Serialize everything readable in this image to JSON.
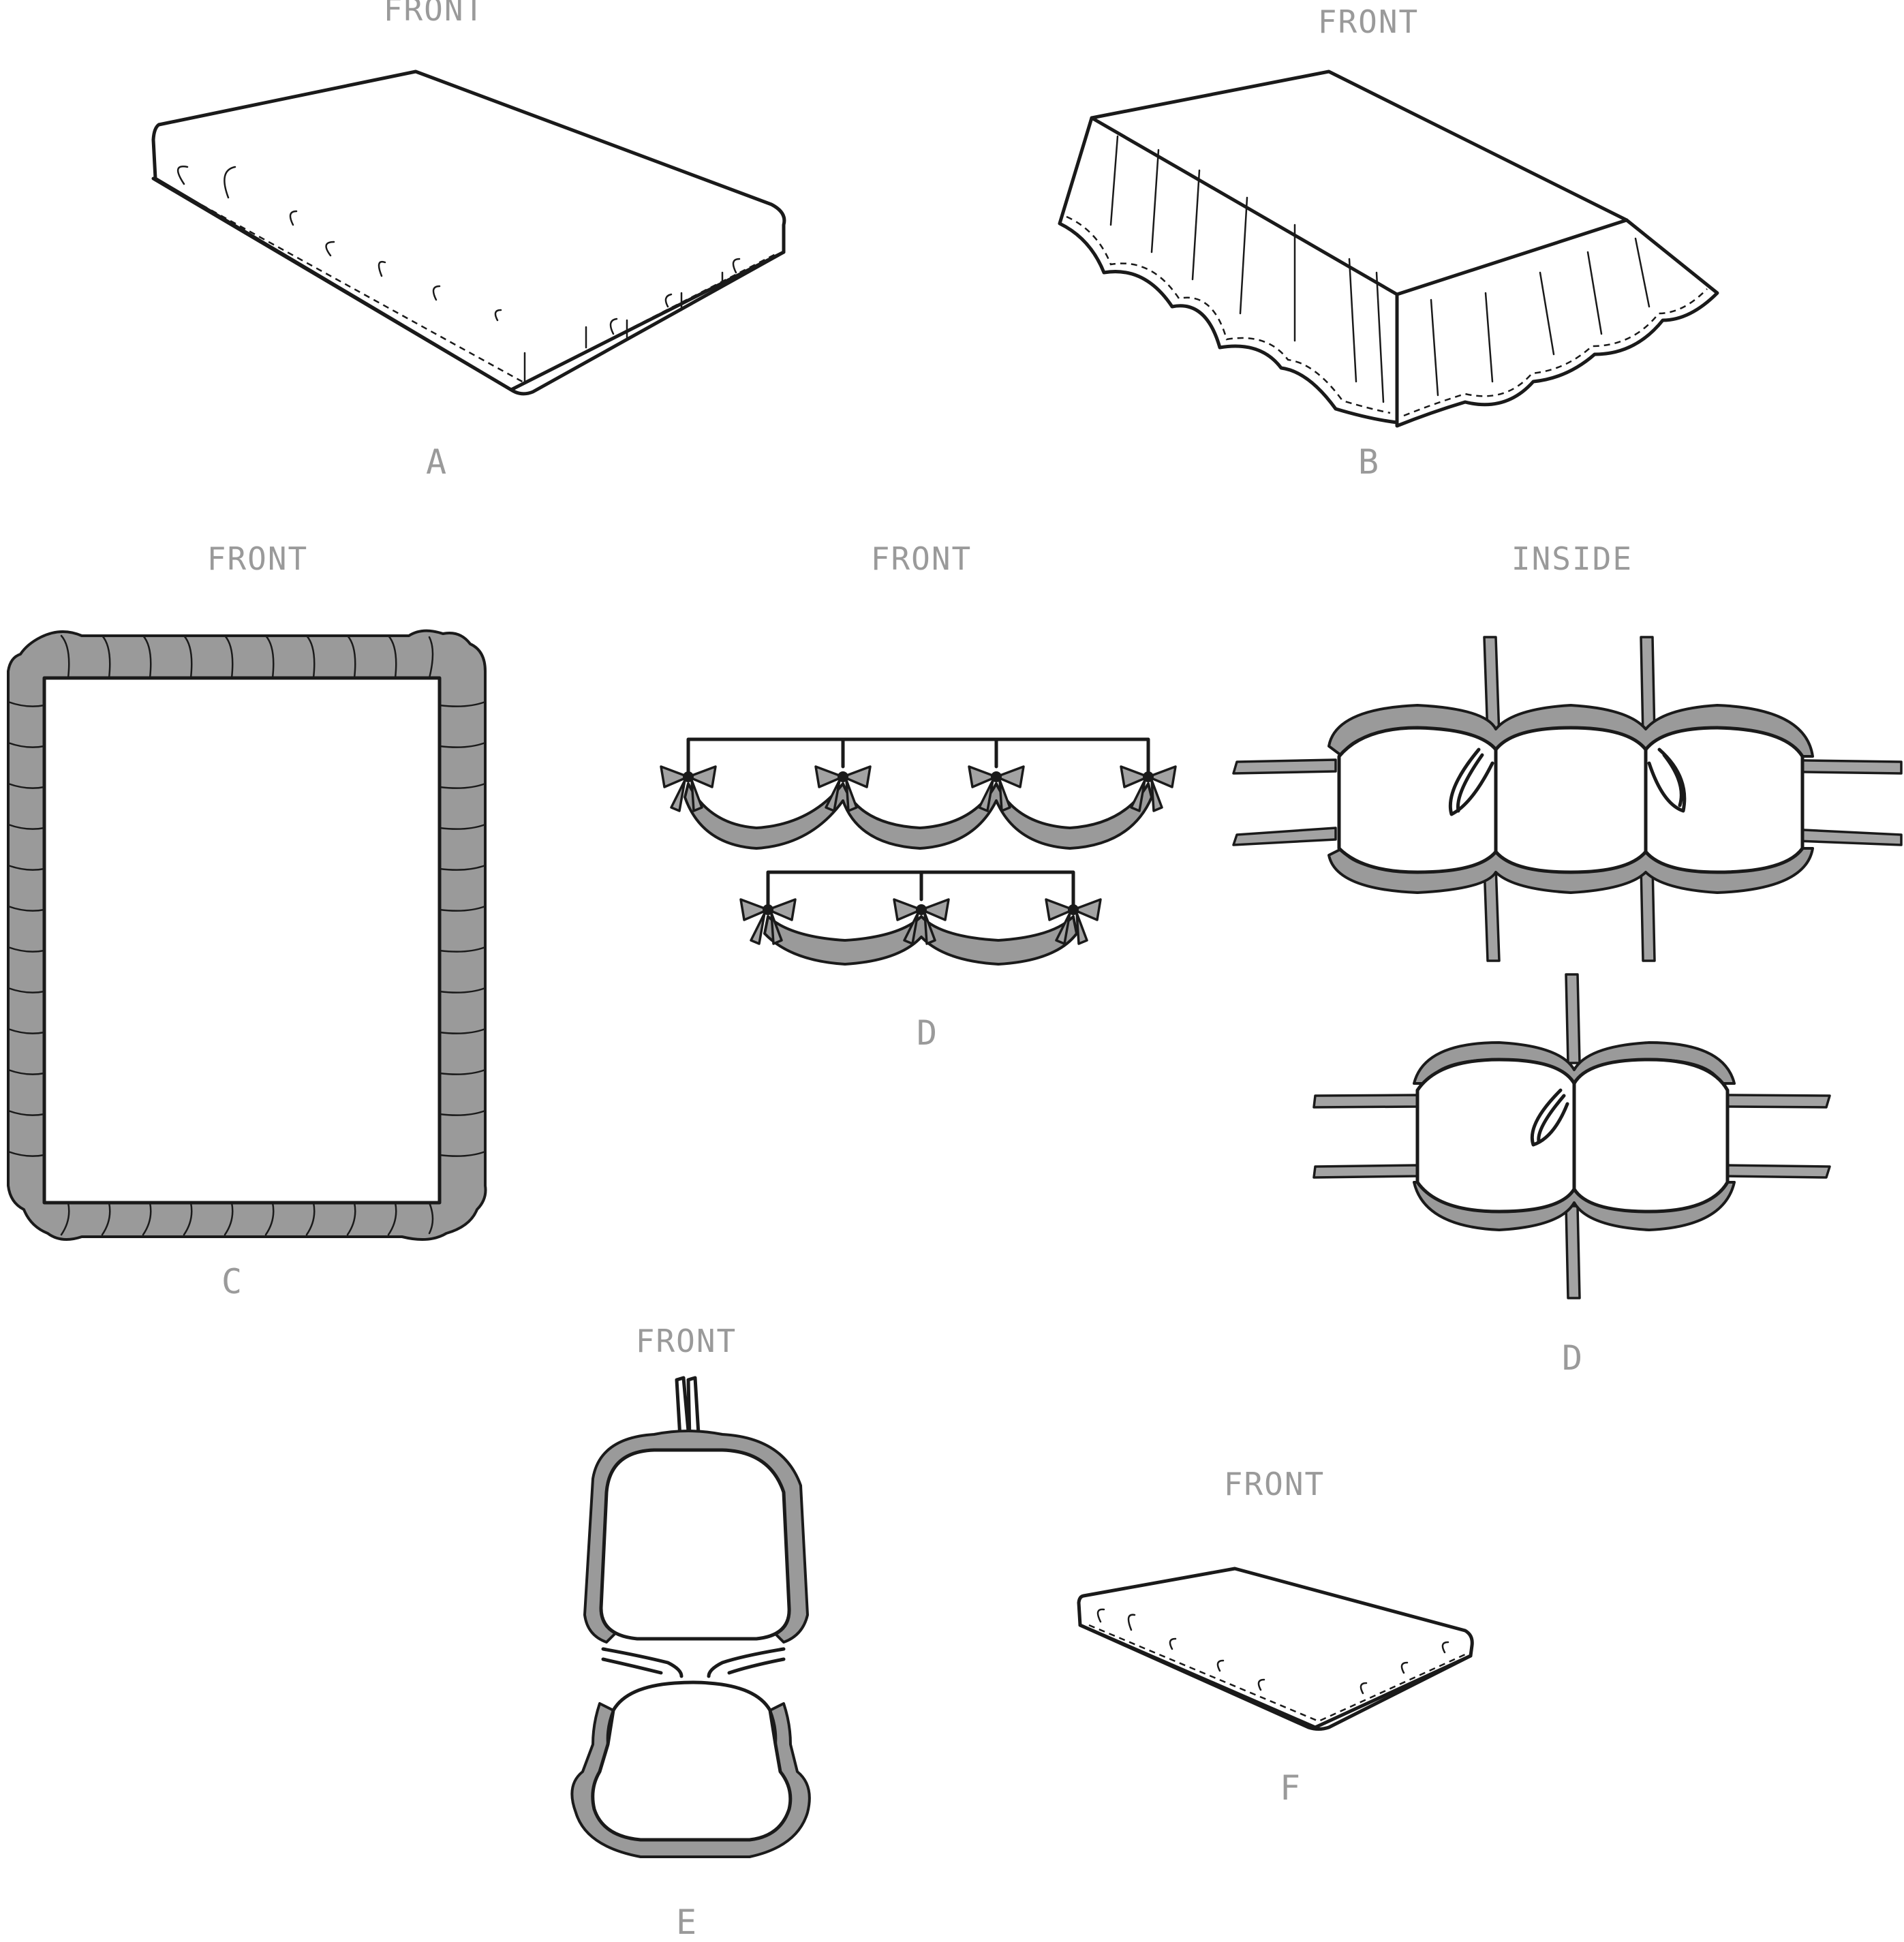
{
  "views": {
    "a": {
      "caption": "FRONT",
      "letter": "A"
    },
    "b": {
      "caption": "FRONT",
      "letter": "B"
    },
    "c": {
      "caption": "FRONT",
      "letter": "C"
    },
    "d_front": {
      "caption": "FRONT",
      "letter": "D"
    },
    "d_inside": {
      "caption": "INSIDE",
      "letter": "D"
    },
    "e": {
      "caption": "FRONT",
      "letter": "E"
    },
    "f": {
      "caption": "FRONT",
      "letter": "F"
    }
  },
  "colors": {
    "line": "#1a1a1a",
    "ruffle": "#9a9a9a",
    "label": "#9a9a9a",
    "background": "#ffffff"
  }
}
